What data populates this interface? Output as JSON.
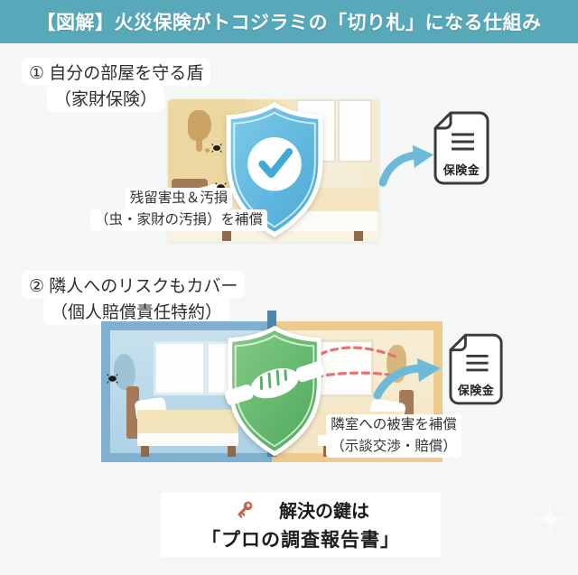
{
  "header": {
    "title": "【図解】火災保険がトコジラミの「切り札」になる仕組み"
  },
  "section1": {
    "heading_line1": "① 自分の部屋を守る盾",
    "heading_line2": "（家財保険）",
    "caption_line1": "残留害虫＆汚損",
    "caption_line2": "（虫・家財の汚損）を補償",
    "doc_label": "保険金"
  },
  "section2": {
    "heading_line1": "② 隣人へのリスクもカバー",
    "heading_line2": "（個人賠償責任特約）",
    "caption_line1": "隣室への被害を補償",
    "caption_line2": "（示談交渉・賠償）",
    "doc_label": "保険金"
  },
  "footer": {
    "line1": "解決の鍵は",
    "line2": "「プロの調査報告書」"
  },
  "icons": {
    "shield1": "shield-check-icon",
    "shield2": "shield-handshake-icon",
    "document": "document-icon",
    "key": "key-icon",
    "bug": "bug-icon"
  },
  "colors": {
    "teal": "#57a8b8",
    "bg": "#f5f7f6",
    "shield-blue": "#55b1da",
    "shield-blue-light": "#7ecbe8",
    "check-blue": "#41a9d6",
    "shield-green": "#55ad62",
    "shield-green-light": "#83cc85",
    "arrow-blue": "#6db9d8",
    "doc-border": "#3a3a3a",
    "key-color": "#c2674e",
    "red-dash": "#e57373",
    "wall-tan": "#ecd7a0",
    "wall-blue": "#b8d8e8",
    "divider-blue": "#4e86ae"
  }
}
